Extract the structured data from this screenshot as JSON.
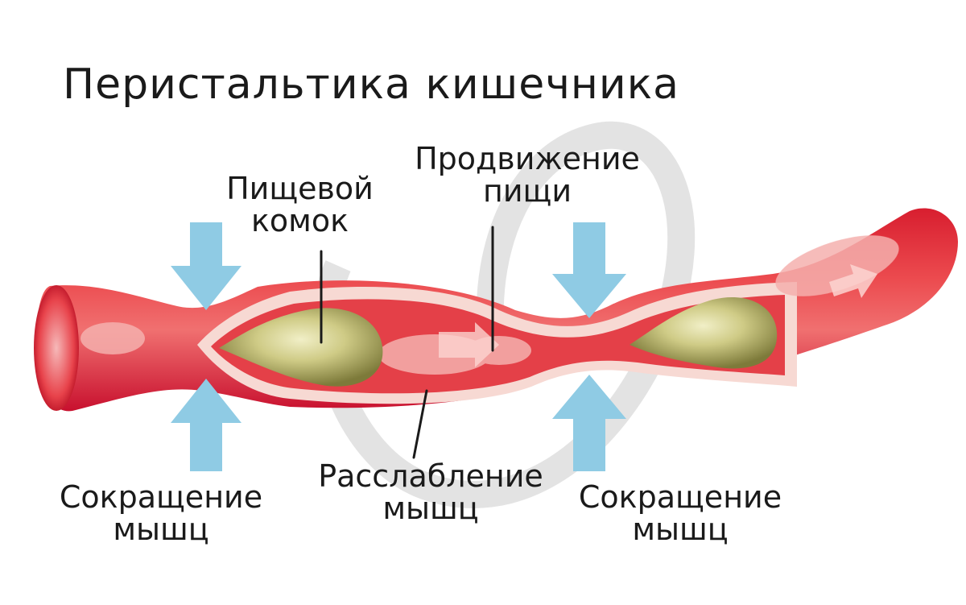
{
  "title": "Перистальтика кишечника",
  "labels": {
    "food_bolus": [
      "Пищевой",
      "комок"
    ],
    "food_movement": [
      "Продвижение",
      "пищи"
    ],
    "relaxation": [
      "Расслабление",
      "мышц"
    ],
    "contraction_left": [
      "Сокращение",
      "мышц"
    ],
    "contraction_right": [
      "Сокращение",
      "мышц"
    ]
  },
  "colors": {
    "intestine_dark": "#c8102e",
    "intestine_mid": "#e8343f",
    "intestine_light": "#f59a9a",
    "inner_wall": "#f7d9d3",
    "bolus_dark": "#7d7a3a",
    "bolus_light": "#e6e3b0",
    "arrow": "#8fcbe4",
    "watermark": "#d6d6d6",
    "text": "#1a1a1a"
  },
  "icons": {
    "arrow": "arrow-icon",
    "watermark": "watermark-logo"
  }
}
